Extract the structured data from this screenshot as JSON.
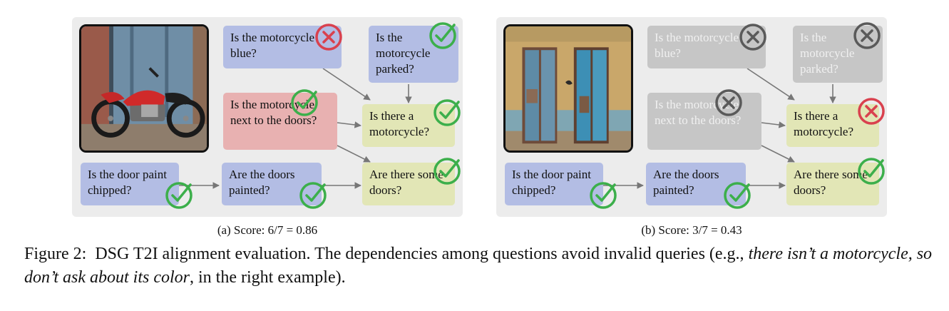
{
  "panels": [
    {
      "caption": "(a) Score: 6/7 = 0.86",
      "questions": {
        "q_blue_moto": "Is the motorcycle blue?",
        "q_parked": "Is the motorcycle parked?",
        "q_next_doors": "Is the motorcycle next to the doors?",
        "q_motorcycle": "Is there a motorcycle?",
        "q_chipped": "Is the door paint chipped?",
        "q_painted": "Are the doors painted?",
        "q_doors": "Are there some doors?"
      },
      "results": [
        "fail",
        "pass",
        "pass",
        "pass",
        "pass",
        "pass",
        "pass"
      ],
      "image": "red motorcycle parked in front of a blue chipped-paint door"
    },
    {
      "caption": "(b) Score: 3/7 = 0.43",
      "questions": {
        "q_blue_moto": "Is the motorcycle blue?",
        "q_parked": "Is the motorcycle parked?",
        "q_next_doors": "Is the motorcycle next to the doors?",
        "q_motorcycle": "Is there a motorcycle?",
        "q_chipped": "Is the door paint chipped?",
        "q_painted": "Are the doors painted?",
        "q_doors": "Are there some doors?"
      },
      "results": [
        "skipped",
        "skipped",
        "skipped",
        "fail",
        "pass",
        "pass",
        "pass"
      ],
      "image": "two weathered blue wooden doors in a yellow wall, no motorcycle"
    }
  ],
  "figure_caption": {
    "label": "Figure 2:",
    "text_start": "DSG T2I alignment evaluation. The dependencies among questions avoid invalid queries (e.g., ",
    "text_italic": "there isn’t a motorcycle, so don’t ask about its color",
    "text_end": ", in the right example)."
  },
  "colors": {
    "pass": "#3caf4b",
    "fail": "#d9414e",
    "skipped": "#5a5a5a",
    "box_blue": "#b3bde4",
    "box_yellow": "#e2e6b6",
    "box_red": "#e8b1b1",
    "box_gray": "#c6c6c6"
  }
}
